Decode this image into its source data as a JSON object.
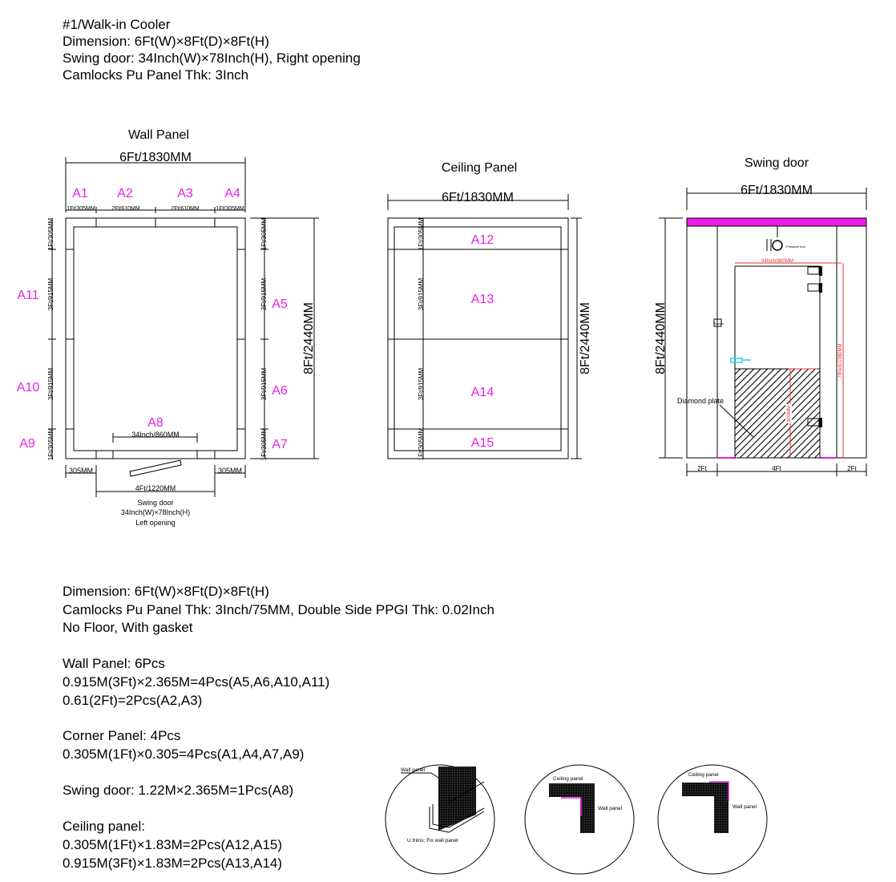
{
  "header": {
    "lines": [
      "#1/Walk-in Cooler",
      "Dimension: 6Ft(W)×8Ft(D)×8Ft(H)",
      "Swing door: 34Inch(W)×78Inch(H), Right opening",
      "Camlocks Pu Panel Thk: 3Inch"
    ]
  },
  "wall_panel": {
    "title": "Wall Panel",
    "width_dim": "6Ft/1830MM",
    "height_dim": "8Ft/2440MM",
    "labels": [
      "A1",
      "A2",
      "A3",
      "A4",
      "A5",
      "A6",
      "A7",
      "A8",
      "A9",
      "A10",
      "A11"
    ],
    "top_dims": [
      "1Ft/305MM",
      "2Ft/610MM",
      "2Ft/610MM",
      "1Ft/305MM"
    ],
    "side_dims": [
      "1Ft/305MM",
      "3Ft/915MM",
      "3Ft/915MM",
      "1Ft/305MM"
    ],
    "door_width_dim": "34Inch/860MM",
    "bottom_dims": [
      "305MM",
      "305MM"
    ],
    "door_opening_dim": "4Ft/1220MM",
    "door_note": [
      "Swing door",
      "34Inch(W)×78Inch(H)",
      "Left opening"
    ]
  },
  "ceiling_panel": {
    "title": "Ceiling Panel",
    "width_dim": "6Ft/1830MM",
    "height_dim": "8Ft/2440MM",
    "labels": [
      "A12",
      "A13",
      "A14",
      "A15"
    ],
    "side_dims": [
      "1Ft/305MM",
      "3Ft/915MM",
      "3Ft/915MM",
      "1Ft/305MM"
    ]
  },
  "swing_door": {
    "title": "Swing door",
    "width_dim": "6Ft/1830MM",
    "height_dim": "8Ft/2440MM",
    "pressure_label": "Pressure tool",
    "switch_label": "Switch",
    "door_width_dim": "34Inch/860MM",
    "door_height_dim": "78Inch/1980MM",
    "plate_height_dim": "900MM",
    "plate_label": "Diamond plate",
    "bottom_dims": [
      "2Ft",
      "4Ft",
      "2Ft"
    ]
  },
  "specs": {
    "general": [
      "Dimension: 6Ft(W)×8Ft(D)×8Ft(H)",
      "Camlocks Pu Panel Thk: 3Inch/75MM, Double Side PPGI Thk: 0.02Inch",
      "No Floor, With gasket"
    ],
    "wall": [
      "Wall Panel: 6Pcs",
      "0.915M(3Ft)×2.365M=4Pcs(A5,A6,A10,A11)",
      "0.61(2Ft)=2Pcs(A2,A3)"
    ],
    "corner": [
      "Corner Panel: 4Pcs",
      "0.305M(1Ft)×0.305=4Pcs(A1,A4,A7,A9)"
    ],
    "door": [
      "Swing door: 1.22M×2.365M=1Pcs(A8)"
    ],
    "ceiling": [
      "Ceiling panel:",
      "0.305M(1Ft)×1.83M=2Pcs(A12,A15)",
      "0.915M(3Ft)×1.83M=2Pcs(A13,A14)"
    ]
  },
  "details": {
    "u_trim": {
      "wall": "Wall panel",
      "caption": "U trims: Fix wall panel"
    },
    "corner1": {
      "ceiling": "Ceiling panel",
      "wall": "Wall panel"
    },
    "corner2": {
      "ceiling": "Ceiling panel",
      "wall": "Wall panel"
    }
  },
  "colors": {
    "label": "#e81ee8",
    "dim_red": "#e53030",
    "handle": "#22d3e6"
  }
}
